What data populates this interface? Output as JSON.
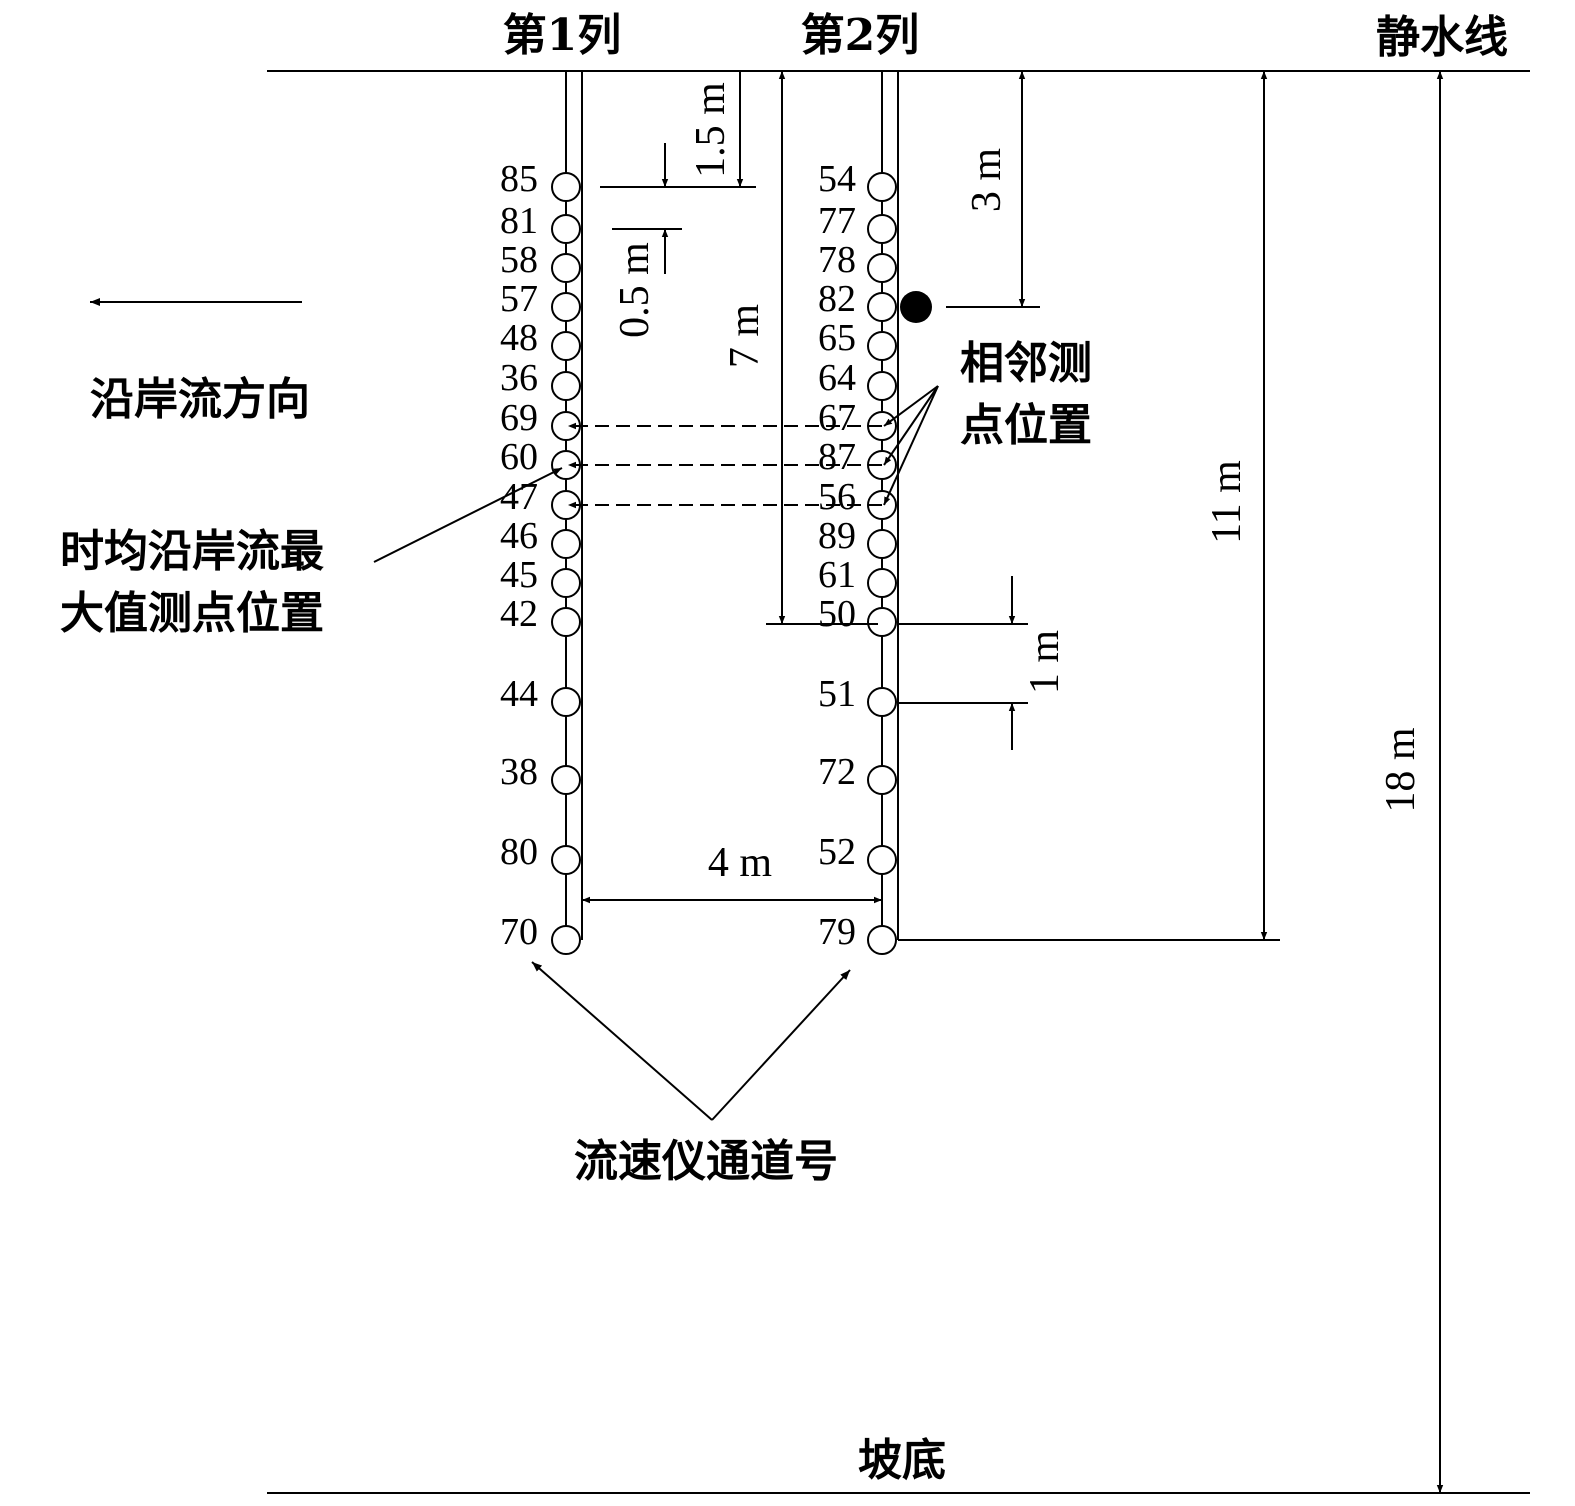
{
  "labels": {
    "col1": "第1列",
    "col2": "第2列",
    "still_water_line": "静水线",
    "slope_bottom": "坡底",
    "longshore_current_direction": "沿岸流方向",
    "max_current_point_line1": "时均沿岸流最",
    "max_current_point_line2": "大值测点位置",
    "adjacent_point_line1": "相邻测",
    "adjacent_point_line2": "点位置",
    "velocimeter_channel": "流速仪通道号"
  },
  "dimensions": {
    "d_1_5m": "1.5 m",
    "d_0_5m": "0.5 m",
    "d_7m": "7 m",
    "d_3m": "3 m",
    "d_11m": "11 m",
    "d_18m": "18 m",
    "d_1m": "1 m",
    "d_4m": "4 m"
  },
  "column1_channels": [
    "85",
    "81",
    "58",
    "57",
    "48",
    "36",
    "69",
    "60",
    "47",
    "46",
    "45",
    "42",
    "44",
    "38",
    "80",
    "70"
  ],
  "column2_channels": [
    "54",
    "77",
    "78",
    "82",
    "65",
    "64",
    "67",
    "87",
    "56",
    "89",
    "61",
    "50",
    "51",
    "72",
    "52",
    "79"
  ]
}
